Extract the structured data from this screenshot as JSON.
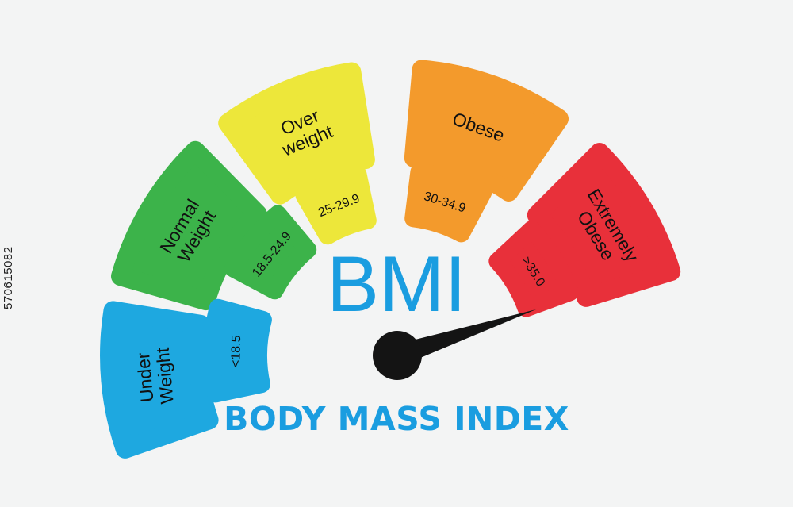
{
  "title": "BMI",
  "subtitle": "BODY MASS INDEX",
  "stock_id": "570615082",
  "colors": {
    "accent": "#1a9de0",
    "background": "#f3f4f4",
    "needle": "#141414"
  },
  "gauge": {
    "needle_value": 35.0,
    "categories": [
      {
        "key": "underweight",
        "label_lines": [
          "Under",
          "Weight"
        ],
        "range": "<18.5",
        "color": "#1ea8e0"
      },
      {
        "key": "normal",
        "label_lines": [
          "Normal",
          "Weight"
        ],
        "range": "18.5-24.9",
        "color": "#3cb34a"
      },
      {
        "key": "overweight",
        "label_lines": [
          "Over",
          "weight"
        ],
        "range": "25-29.9",
        "color": "#ede73a"
      },
      {
        "key": "obese",
        "label_lines": [
          "Obese"
        ],
        "range": "30-34.9",
        "color": "#f39a2c"
      },
      {
        "key": "extremely-obese",
        "label_lines": [
          "Extremely",
          "Obese"
        ],
        "range": ">35.0",
        "color": "#e8303a"
      }
    ]
  }
}
